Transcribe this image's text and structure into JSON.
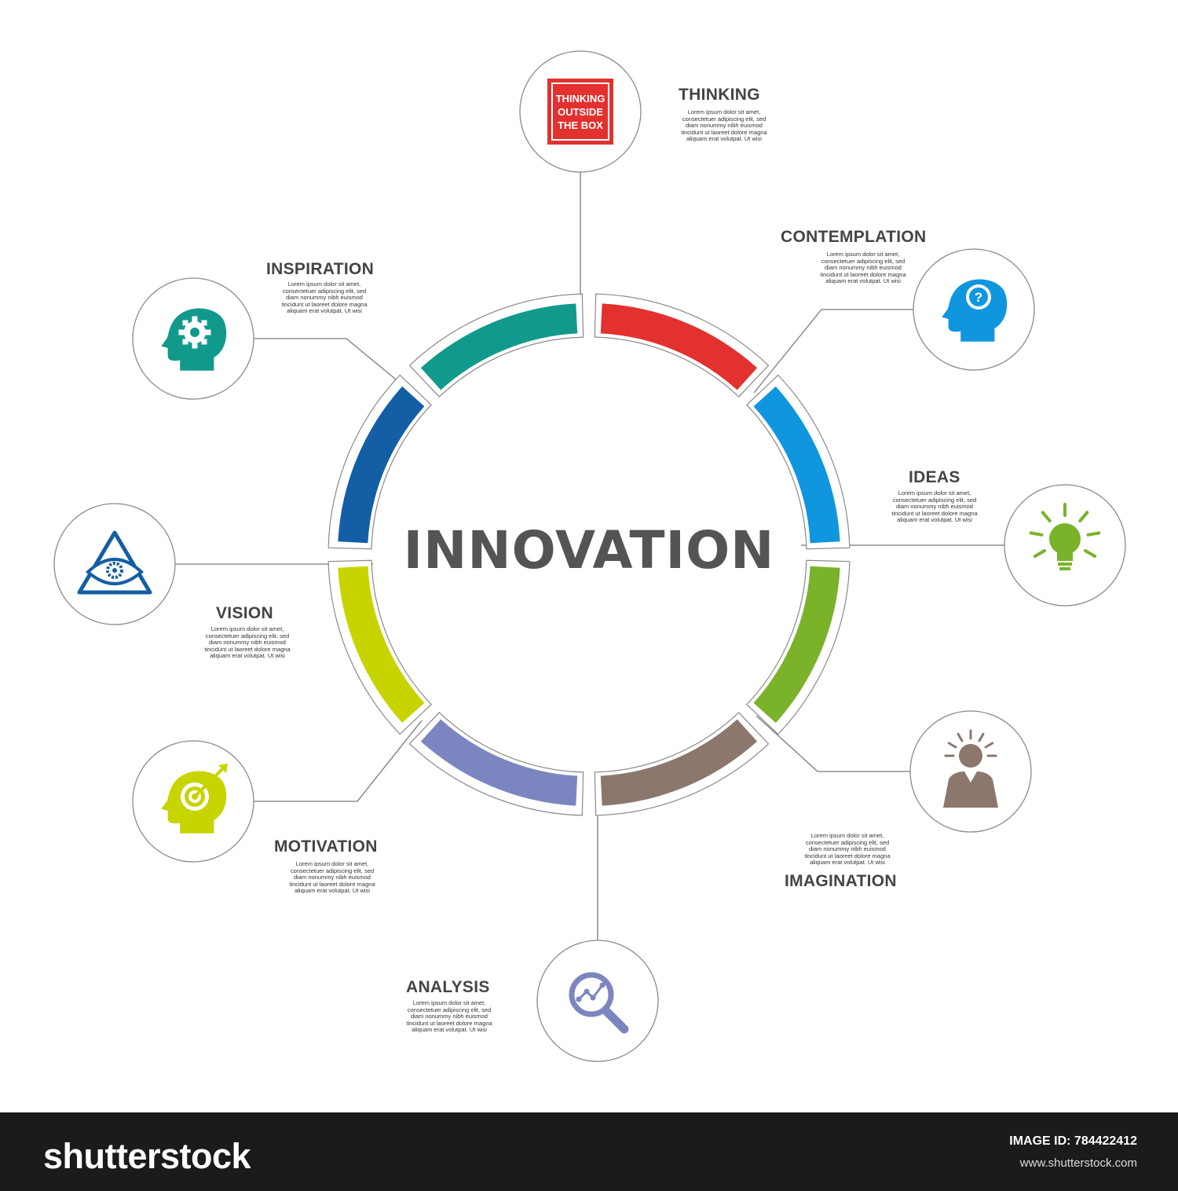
{
  "title": "INNOVATION",
  "nodes": [
    {
      "title": "THINKING",
      "icon": "thinking-outside-the-box-icon",
      "icon_text": [
        "THINKING",
        "OUTSIDE",
        "THE BOX"
      ],
      "color": "#e3312f",
      "desc": "Lorem ipsum dolor sit amet,\nconsectetuer adipiscing elit, sed\ndiam nonummy nibh euismod\ntincidunt ut laoreet dolore magna\naliquam erat volutpat. Ut wisi"
    },
    {
      "title": "CONTEMPLATION",
      "icon": "question-head-icon",
      "color": "#0f96de",
      "desc": "Lorem ipsum dolor sit amet,\nconsectetuer adipiscing elit, sed\ndiam nonummy nibh euismod\ntincidunt ut laoreet dolore magna\naliquam erat volutpat. Ut wisi"
    },
    {
      "title": "IDEAS",
      "icon": "lightbulb-icon",
      "color": "#7ab22a",
      "desc": "Lorem ipsum dolor sit amet,\nconsectetuer adipiscing elit, sed\ndiam nonummy nibh euismod\ntincidunt ut laoreet dolore magna\naliquam erat volutpat. Ut wisi"
    },
    {
      "title": "IMAGINATION",
      "icon": "thinking-person-icon",
      "color": "#8c776d",
      "desc": "Lorem ipsum dolor sit amet,\nconsectetuer adipiscing elit, sed\ndiam nonummy nibh euismod\ntincidunt ut laoreet dolore magna\naliquam erat volutpat. Ut wisi"
    },
    {
      "title": "ANALYSIS",
      "icon": "magnifier-chart-icon",
      "color": "#7b86c1",
      "desc": "Lorem ipsum dolor sit amet,\nconsectetuer adipiscing elit, sed\ndiam nonummy nibh euismod\ntincidunt ut laoreet dolore magna\naliquam erat volutpat. Ut wisi"
    },
    {
      "title": "MOTIVATION",
      "icon": "target-head-icon",
      "color": "#c7d400",
      "desc": "Lorem ipsum dolor sit amet,\nconsectetuer adipiscing elit, sed\ndiam nonummy nibh euismod\ntincidunt ut laoreet dolore magna\naliquam erat volutpat. Ut wisi"
    },
    {
      "title": "VISION",
      "icon": "eye-triangle-icon",
      "color": "#135ea5",
      "desc": "Lorem ipsum dolor sit amet,\nconsectetuer adipiscing elit, sed\ndiam nonummy nibh euismod\ntincidunt ut laoreet dolore magna\naliquam erat volutpat. Ut wisi"
    },
    {
      "title": "INSPIRATION",
      "icon": "gear-head-icon",
      "color": "#119a8c",
      "desc": "Lorem ipsum dolor sit amet,\nconsectetuer adipiscing elit, sed\ndiam nonummy nibh euismod\ntincidunt ut laoreet dolore magna\naliquam erat volutpat. Ut wisi"
    }
  ],
  "footer": {
    "brand": "shutterstock",
    "image_id": "IMAGE ID: 784422412",
    "url": "www.shutterstock.com"
  }
}
